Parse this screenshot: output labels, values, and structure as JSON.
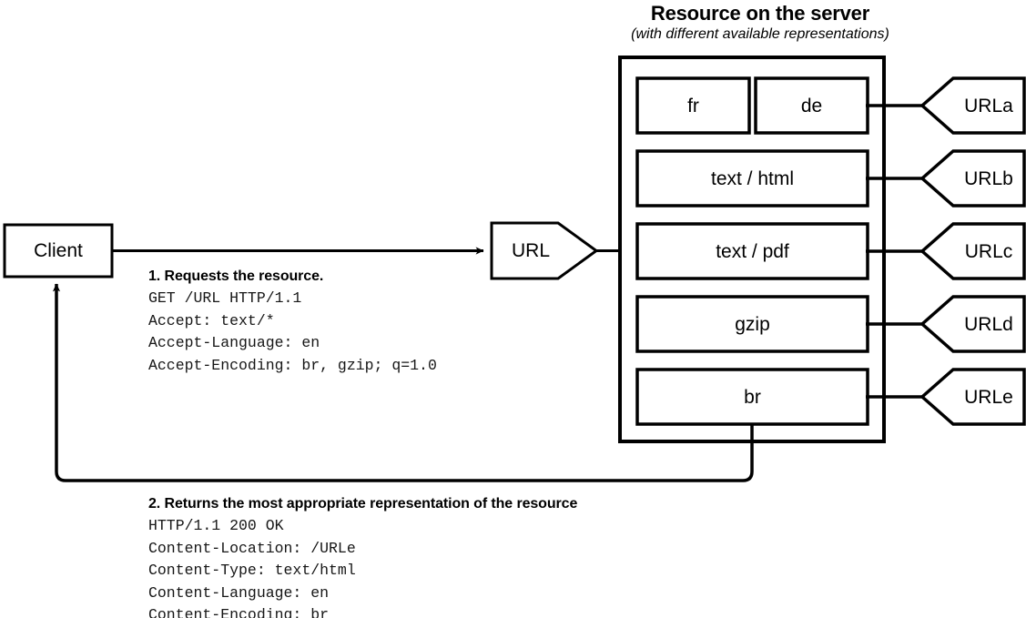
{
  "diagram": {
    "title": "Resource on the server",
    "subtitle": "(with different available representations)",
    "client": {
      "label": "Client"
    },
    "request_url_node": {
      "label": "URL"
    },
    "representations": [
      {
        "label": "fr",
        "row": 0,
        "half": "left"
      },
      {
        "label": "de",
        "row": 0,
        "half": "right"
      },
      {
        "label": "text / html",
        "row": 1,
        "half": "full"
      },
      {
        "label": "text / pdf",
        "row": 2,
        "half": "full"
      },
      {
        "label": "gzip",
        "row": 3,
        "half": "full"
      },
      {
        "label": "br",
        "row": 4,
        "half": "full"
      }
    ],
    "urls": [
      {
        "label": "URLa"
      },
      {
        "label": "URLb"
      },
      {
        "label": "URLc"
      },
      {
        "label": "URLd"
      },
      {
        "label": "URLe"
      }
    ],
    "request": {
      "heading": "1. Requests the resource.",
      "lines": [
        "GET /URL HTTP/1.1",
        "Accept: text/*",
        "Accept-Language: en",
        "Accept-Encoding: br, gzip; q=1.0"
      ]
    },
    "response": {
      "heading": "2. Returns the most appropriate representation of the resource",
      "lines": [
        "HTTP/1.1 200 OK",
        "Content-Location: /URLe",
        "Content-Type: text/html",
        "Content-Language: en",
        "Content-Encoding: br"
      ]
    },
    "colors": {
      "stroke": "#000000",
      "fill": "#ffffff",
      "text": "#000000",
      "mono_text": "#161616"
    }
  }
}
